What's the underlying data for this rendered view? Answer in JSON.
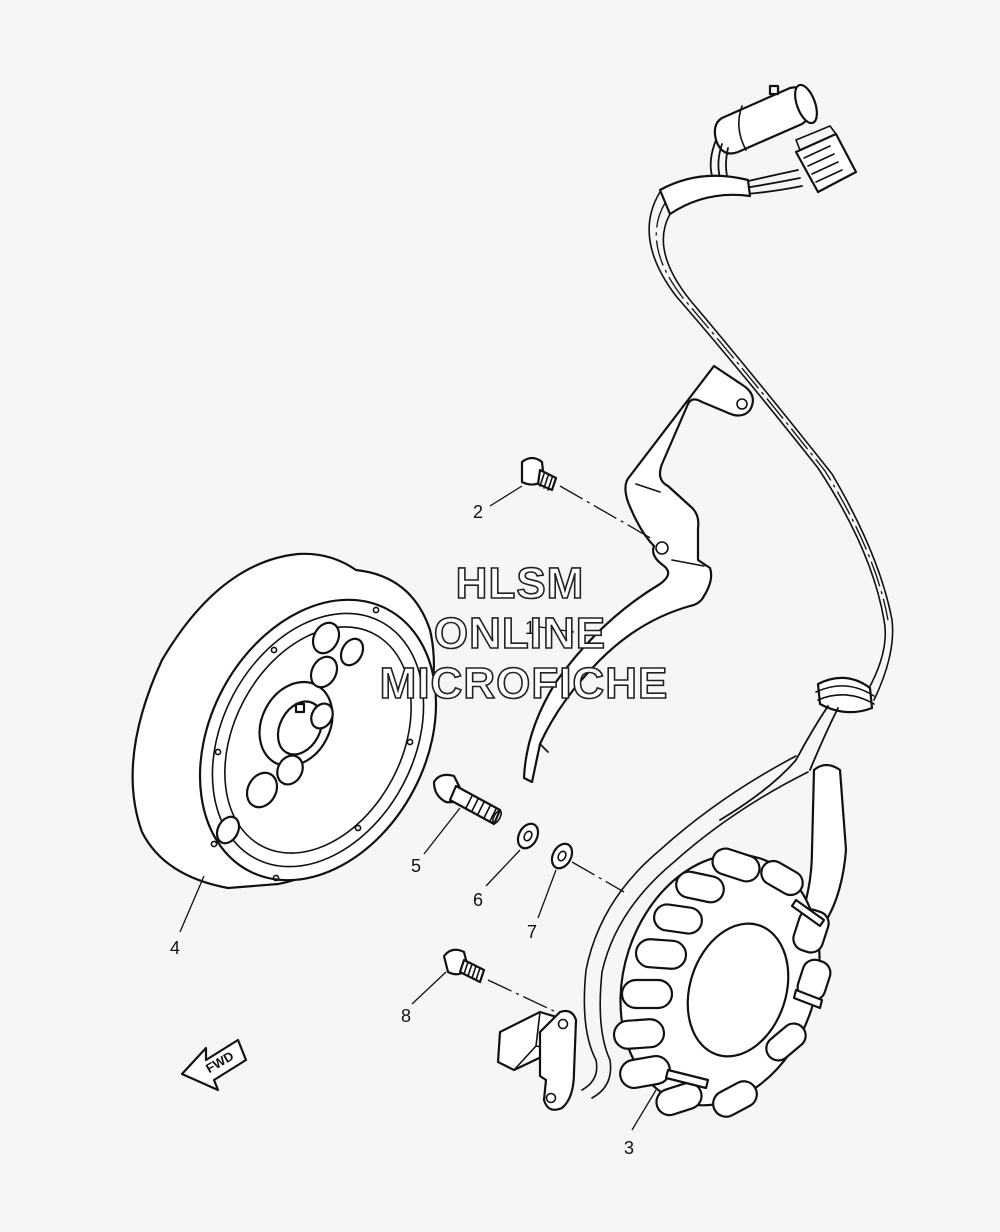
{
  "diagram": {
    "callouts": [
      {
        "id": "1",
        "label": "1"
      },
      {
        "id": "2",
        "label": "2"
      },
      {
        "id": "3",
        "label": "3"
      },
      {
        "id": "4",
        "label": "4"
      },
      {
        "id": "5",
        "label": "5"
      },
      {
        "id": "6",
        "label": "6"
      },
      {
        "id": "7",
        "label": "7"
      },
      {
        "id": "8",
        "label": "8"
      }
    ],
    "watermark": {
      "line1": "HLSM",
      "line2": "ONLINE",
      "line3": "MICROFICHE"
    },
    "direction_badge": "FWD"
  }
}
